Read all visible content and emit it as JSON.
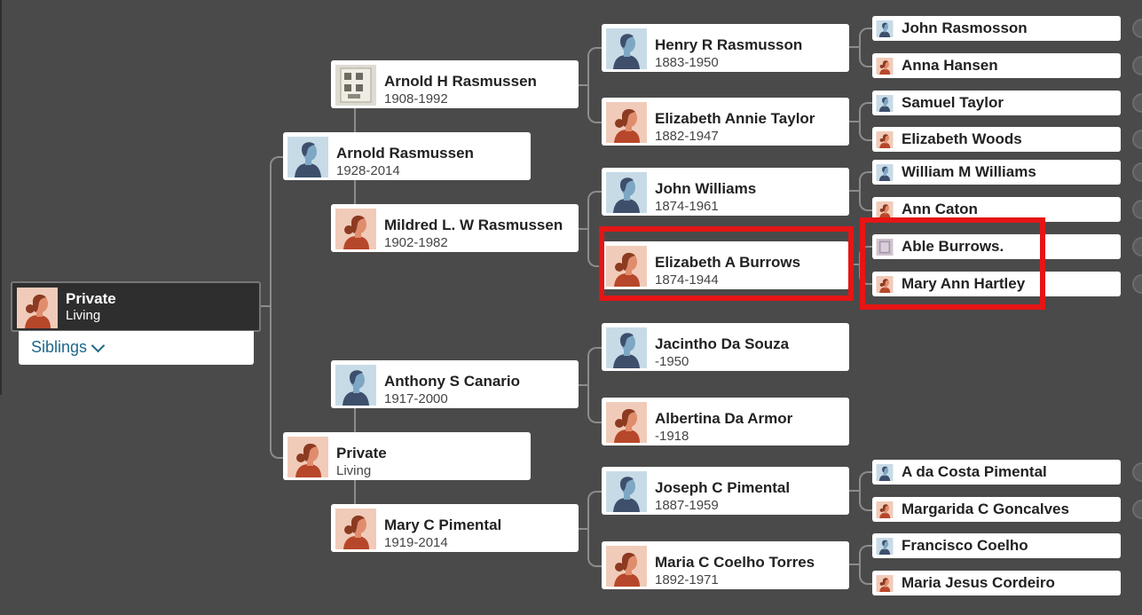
{
  "root": {
    "name": "Private",
    "dates": "Living",
    "gender": "female"
  },
  "siblings_label": "Siblings",
  "generation1": [
    {
      "name": "Arnold Rasmussen",
      "dates": "1928-2014",
      "gender": "male"
    },
    {
      "name": "Private",
      "dates": "Living",
      "gender": "female"
    }
  ],
  "generation2": [
    {
      "name": "Arnold H Rasmussen",
      "dates": "1908-1992",
      "gender": "record"
    },
    {
      "name": "Mildred L. W Rasmussen",
      "dates": "1902-1982",
      "gender": "female"
    },
    {
      "name": "Anthony S Canario",
      "dates": "1917-2000",
      "gender": "male"
    },
    {
      "name": "Mary C Pimental",
      "dates": "1919-2014",
      "gender": "female"
    }
  ],
  "generation3": [
    {
      "name": "Henry R Rasmusson",
      "dates": "1883-1950",
      "gender": "male"
    },
    {
      "name": "Elizabeth Annie Taylor",
      "dates": "1882-1947",
      "gender": "female"
    },
    {
      "name": "John Williams",
      "dates": "1874-1961",
      "gender": "male"
    },
    {
      "name": "Elizabeth A Burrows",
      "dates": "1874-1944",
      "gender": "female"
    },
    {
      "name": "Jacintho Da Souza",
      "dates": "-1950",
      "gender": "male"
    },
    {
      "name": "Albertina Da Armor",
      "dates": "-1918",
      "gender": "female"
    },
    {
      "name": "Joseph C Pimental",
      "dates": "1887-1959",
      "gender": "male"
    },
    {
      "name": "Maria C Coelho Torres",
      "dates": "1892-1971",
      "gender": "female"
    }
  ],
  "generation4": [
    {
      "name": "John Rasmosson",
      "gender": "male"
    },
    {
      "name": "Anna Hansen",
      "gender": "female"
    },
    {
      "name": "Samuel Taylor",
      "gender": "male"
    },
    {
      "name": "Elizabeth Woods",
      "gender": "female"
    },
    {
      "name": "William M Williams",
      "gender": "male"
    },
    {
      "name": "Ann Caton",
      "gender": "female"
    },
    {
      "name": "Able Burrows.",
      "gender": "photo"
    },
    {
      "name": "Mary Ann Hartley",
      "gender": "female"
    },
    {
      "name": "A da Costa Pimental",
      "gender": "male"
    },
    {
      "name": "Margarida C Goncalves",
      "gender": "female"
    },
    {
      "name": "Francisco Coelho",
      "gender": "male"
    },
    {
      "name": "Maria Jesus Cordeiro",
      "gender": "female"
    }
  ],
  "highlights": [
    "Elizabeth A Burrows",
    "Able Burrows. / Mary Ann Hartley"
  ],
  "colors": {
    "background": "#4a4a4a",
    "card": "#ffffff",
    "root_card": "#2e2e2e",
    "link": "#1d6788",
    "highlight": "#e61515",
    "male_avatar_bg": "#c7dbe7",
    "female_avatar_bg": "#f1cbb9"
  }
}
